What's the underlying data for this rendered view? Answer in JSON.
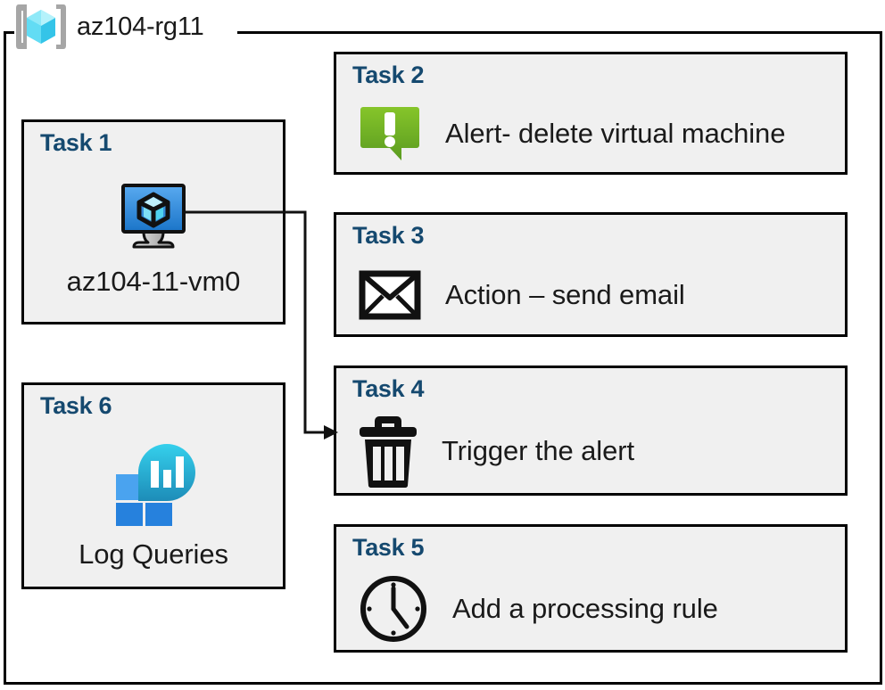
{
  "diagram": {
    "title": "az104-rg11",
    "container_icon": "azure-resource-group-icon",
    "colors": {
      "card_background": "#f0f0f0",
      "card_border": "#000000",
      "task_heading": "#15496f",
      "label_text": "#1a1a1a",
      "alert_green": "#76bc21",
      "vm_blue": "#2f8ade",
      "log_analytics_teal": "#32c8e0",
      "log_analytics_blue": "#2b8ee0"
    },
    "cards": [
      {
        "id": "task-1",
        "title": "Task 1",
        "label": "az104-11-vm0",
        "icon": "virtual-machine-icon",
        "layout": "tall"
      },
      {
        "id": "task-2",
        "title": "Task 2",
        "label": "Alert- delete virtual machine",
        "icon": "alert-bubble-icon",
        "layout": "wide"
      },
      {
        "id": "task-3",
        "title": "Task 3",
        "label": "Action – send email",
        "icon": "envelope-icon",
        "layout": "wide"
      },
      {
        "id": "task-4",
        "title": "Task 4",
        "label": "Trigger the alert",
        "icon": "trash-can-icon",
        "layout": "wide"
      },
      {
        "id": "task-5",
        "title": "Task 5",
        "label": "Add a processing rule",
        "icon": "clock-icon",
        "layout": "wide"
      },
      {
        "id": "task-6",
        "title": "Task 6",
        "label": "Log Queries",
        "icon": "log-analytics-icon",
        "layout": "tall"
      }
    ],
    "connectors": [
      {
        "id": "vm-to-task4",
        "from": "task-1",
        "to": "task-4",
        "style": "orthogonal-arrow"
      }
    ]
  }
}
